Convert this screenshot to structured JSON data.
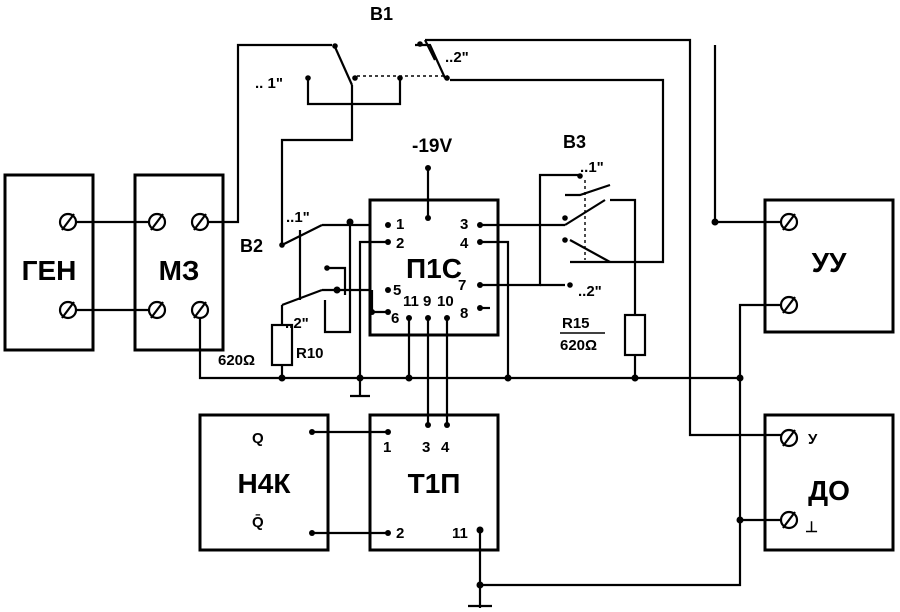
{
  "blocks": {
    "gen": "ГЕН",
    "mz": "МЗ",
    "uu": "УУ",
    "do": "ДО",
    "n4k": "Н4К",
    "t1p": "Т1П",
    "p1c": "П1С"
  },
  "switches": {
    "b1": "B1",
    "b2": "B2",
    "b3": "B3",
    "b1_pos1": ".. 1\"",
    "b1_pos2": "..2\"",
    "b2_pos1": "..1\"",
    "b2_pos2": "..2\"",
    "b3_pos1": "..1\"",
    "b3_pos2": "..2\""
  },
  "supply": "-19V",
  "resistors": {
    "r10_name": "R10",
    "r10_value": "620Ω",
    "r15_name": "R15",
    "r15_value": "620Ω"
  },
  "p1c_pins": {
    "p1": "1",
    "p2": "2",
    "p3": "3",
    "p4": "4",
    "p5": "5",
    "p6": "6",
    "p7": "7",
    "p8": "8",
    "p9": "9",
    "p10": "10",
    "p11": "11"
  },
  "t1p_pins": {
    "p1": "1",
    "p2": "2",
    "p3": "3",
    "p4": "4",
    "p11": "11"
  },
  "n4k_outputs": {
    "q": "Q",
    "q_bar": "Q̄"
  },
  "do_terminals": {
    "y": "У",
    "ground": "⊥"
  }
}
